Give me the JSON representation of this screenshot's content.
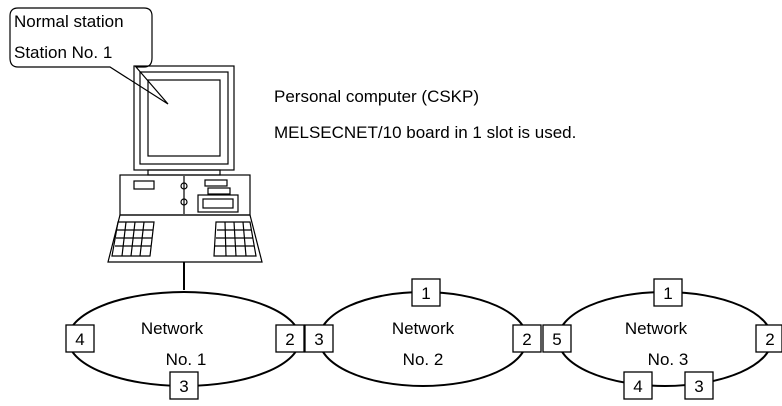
{
  "callout": {
    "line1": "Normal station",
    "line2": "Station No. 1"
  },
  "pc_caption": {
    "line1": "Personal computer (CSKP)",
    "line2": "MELSECNET/10 board in 1 slot is used."
  },
  "networks": [
    {
      "line1": "Network",
      "line2": "No. 1",
      "stations": [
        "4",
        "2",
        "3"
      ]
    },
    {
      "line1": "Network",
      "line2": "No. 2",
      "stations": [
        "3",
        "1",
        "2"
      ]
    },
    {
      "line1": "Network",
      "line2": "No. 3",
      "stations": [
        "5",
        "1",
        "2",
        "4",
        "3"
      ]
    }
  ]
}
